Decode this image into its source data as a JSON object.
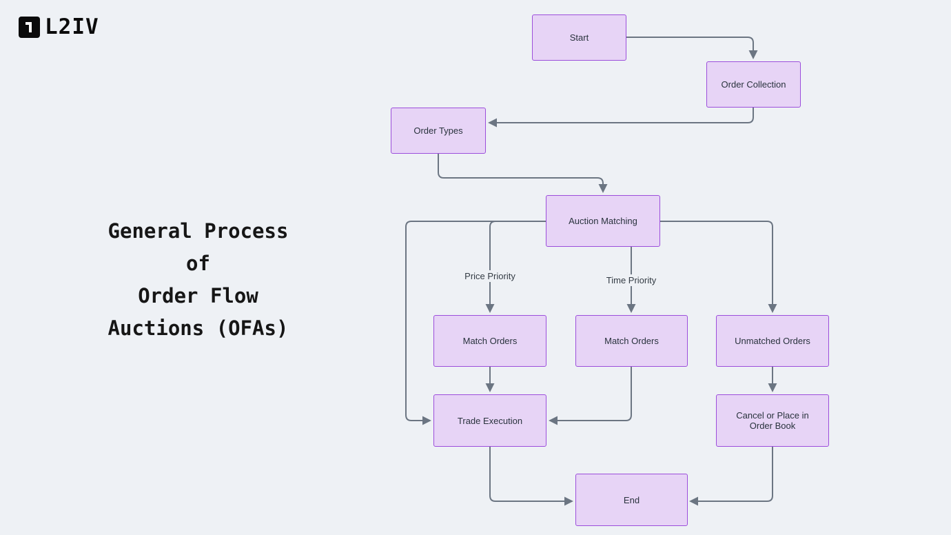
{
  "logo": {
    "text": "L2IV"
  },
  "title": {
    "lines": [
      "General Process",
      "of",
      "Order Flow",
      "Auctions (OFAs)"
    ]
  },
  "diagram": {
    "type": "flowchart",
    "nodes": [
      {
        "id": "start",
        "label": "Start"
      },
      {
        "id": "order-collection",
        "label": "Order Collection"
      },
      {
        "id": "order-types",
        "label": "Order Types"
      },
      {
        "id": "auction-matching",
        "label": "Auction Matching"
      },
      {
        "id": "match-orders-price",
        "label": "Match Orders"
      },
      {
        "id": "match-orders-time",
        "label": "Match Orders"
      },
      {
        "id": "unmatched-orders",
        "label": "Unmatched Orders"
      },
      {
        "id": "trade-execution",
        "label": "Trade Execution"
      },
      {
        "id": "cancel-or-place",
        "label": "Cancel or Place in Order Book"
      },
      {
        "id": "end",
        "label": "End"
      }
    ],
    "edges": [
      {
        "from": "start",
        "to": "order-collection",
        "label": ""
      },
      {
        "from": "order-collection",
        "to": "order-types",
        "label": ""
      },
      {
        "from": "order-types",
        "to": "auction-matching",
        "label": ""
      },
      {
        "from": "auction-matching",
        "to": "match-orders-price",
        "label": "Price Priority"
      },
      {
        "from": "auction-matching",
        "to": "match-orders-time",
        "label": "Time Priority"
      },
      {
        "from": "auction-matching",
        "to": "unmatched-orders",
        "label": ""
      },
      {
        "from": "auction-matching",
        "to": "trade-execution",
        "label": ""
      },
      {
        "from": "match-orders-price",
        "to": "trade-execution",
        "label": ""
      },
      {
        "from": "match-orders-time",
        "to": "trade-execution",
        "label": ""
      },
      {
        "from": "unmatched-orders",
        "to": "cancel-or-place",
        "label": ""
      },
      {
        "from": "trade-execution",
        "to": "end",
        "label": ""
      },
      {
        "from": "cancel-or-place",
        "to": "end",
        "label": ""
      }
    ]
  },
  "colors": {
    "background": "#eef1f5",
    "node_fill": "#e7d4f6",
    "node_border": "#9b4ddb",
    "arrow": "#6b7582",
    "title_text": "#161616"
  }
}
